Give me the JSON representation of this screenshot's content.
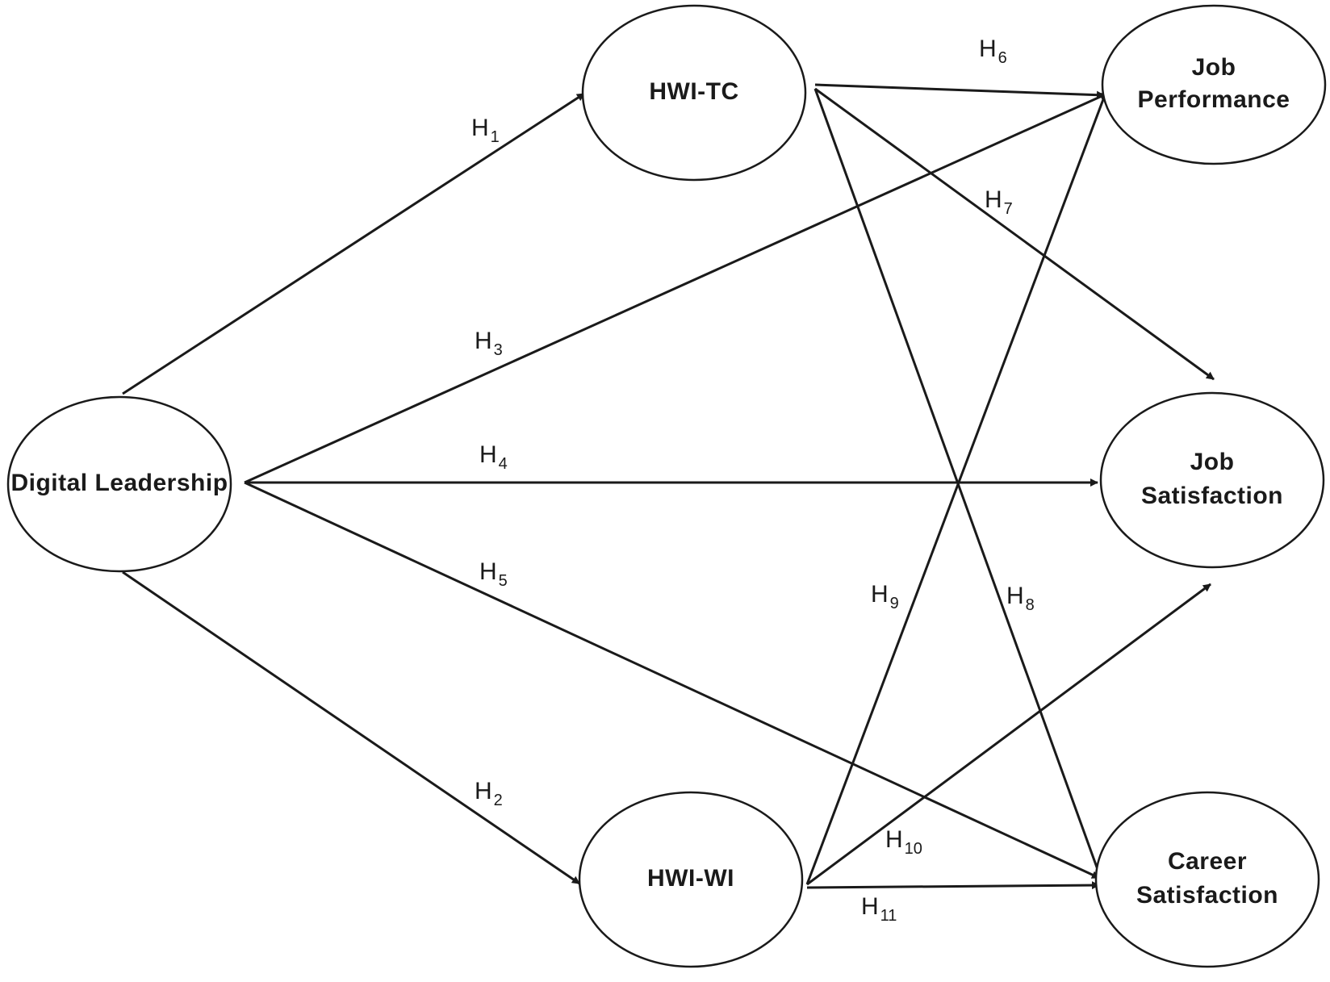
{
  "nodes": [
    {
      "id": "dl",
      "label_lines": [
        "Digital Leadership"
      ]
    },
    {
      "id": "hwi_tc",
      "label_lines": [
        "HWI-TC"
      ]
    },
    {
      "id": "hwi_wi",
      "label_lines": [
        "HWI-WI"
      ]
    },
    {
      "id": "jp",
      "label_lines": [
        "Job",
        "Performance"
      ]
    },
    {
      "id": "js",
      "label_lines": [
        "Job",
        "Satisfaction"
      ]
    },
    {
      "id": "cs",
      "label_lines": [
        "Career",
        "Satisfaction"
      ]
    }
  ],
  "hypotheses": [
    {
      "letter": "H",
      "num": "1",
      "from": "dl",
      "to": "hwi_tc"
    },
    {
      "letter": "H",
      "num": "2",
      "from": "dl",
      "to": "hwi_wi"
    },
    {
      "letter": "H",
      "num": "3",
      "from": "dl",
      "to": "jp"
    },
    {
      "letter": "H",
      "num": "4",
      "from": "dl",
      "to": "js"
    },
    {
      "letter": "H",
      "num": "5",
      "from": "dl",
      "to": "cs"
    },
    {
      "letter": "H",
      "num": "6",
      "from": "hwi_tc",
      "to": "jp"
    },
    {
      "letter": "H",
      "num": "7",
      "from": "hwi_tc",
      "to": "js"
    },
    {
      "letter": "H",
      "num": "8",
      "from": "hwi_tc",
      "to": "cs"
    },
    {
      "letter": "H",
      "num": "9",
      "from": "hwi_wi",
      "to": "jp"
    },
    {
      "letter": "H",
      "num": "10",
      "from": "hwi_wi",
      "to": "js"
    },
    {
      "letter": "H",
      "num": "11",
      "from": "hwi_wi",
      "to": "cs"
    }
  ],
  "colors": {
    "stroke": "#1a1a1a",
    "background": "#ffffff"
  }
}
